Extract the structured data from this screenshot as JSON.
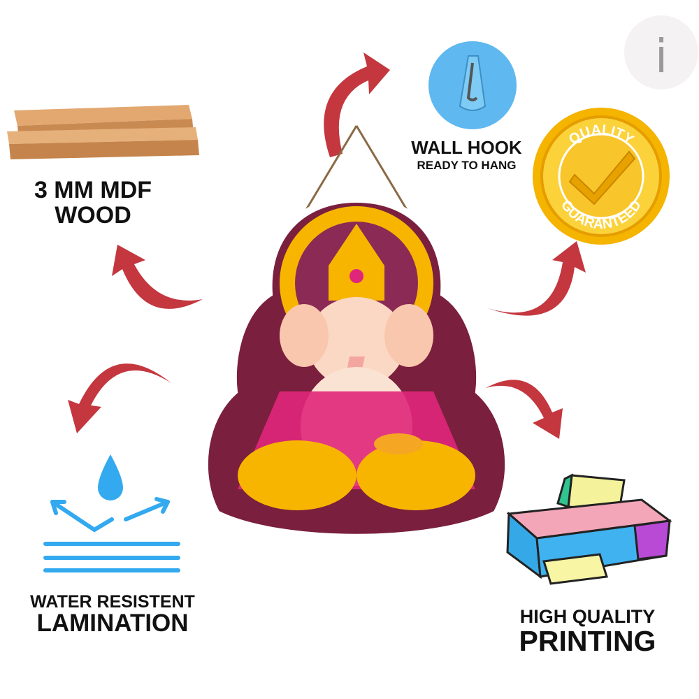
{
  "features": {
    "wood": {
      "line1": "3 MM MDF",
      "line2": "WOOD",
      "icon": "wood-planks-icon"
    },
    "hook": {
      "line1": "WALL HOOK",
      "line2": "READY TO HANG",
      "icon": "wall-hook-icon"
    },
    "quality": {
      "top": "QUALITY",
      "bottom": "GUARANTEED",
      "icon": "quality-seal-icon"
    },
    "water": {
      "line1": "WATER RESISTENT",
      "line2": "LAMINATION",
      "icon": "water-drop-icon"
    },
    "printing": {
      "line1": "HIGH QUALITY",
      "line2": "PRINTING",
      "icon": "printer-icon"
    }
  },
  "logo": {
    "letter": "i"
  },
  "colors": {
    "arrow": "#c4373f",
    "blue": "#33a9ef",
    "gold": "#f5b800",
    "magenta": "#e0267a",
    "maroon": "#7a1f3d"
  }
}
